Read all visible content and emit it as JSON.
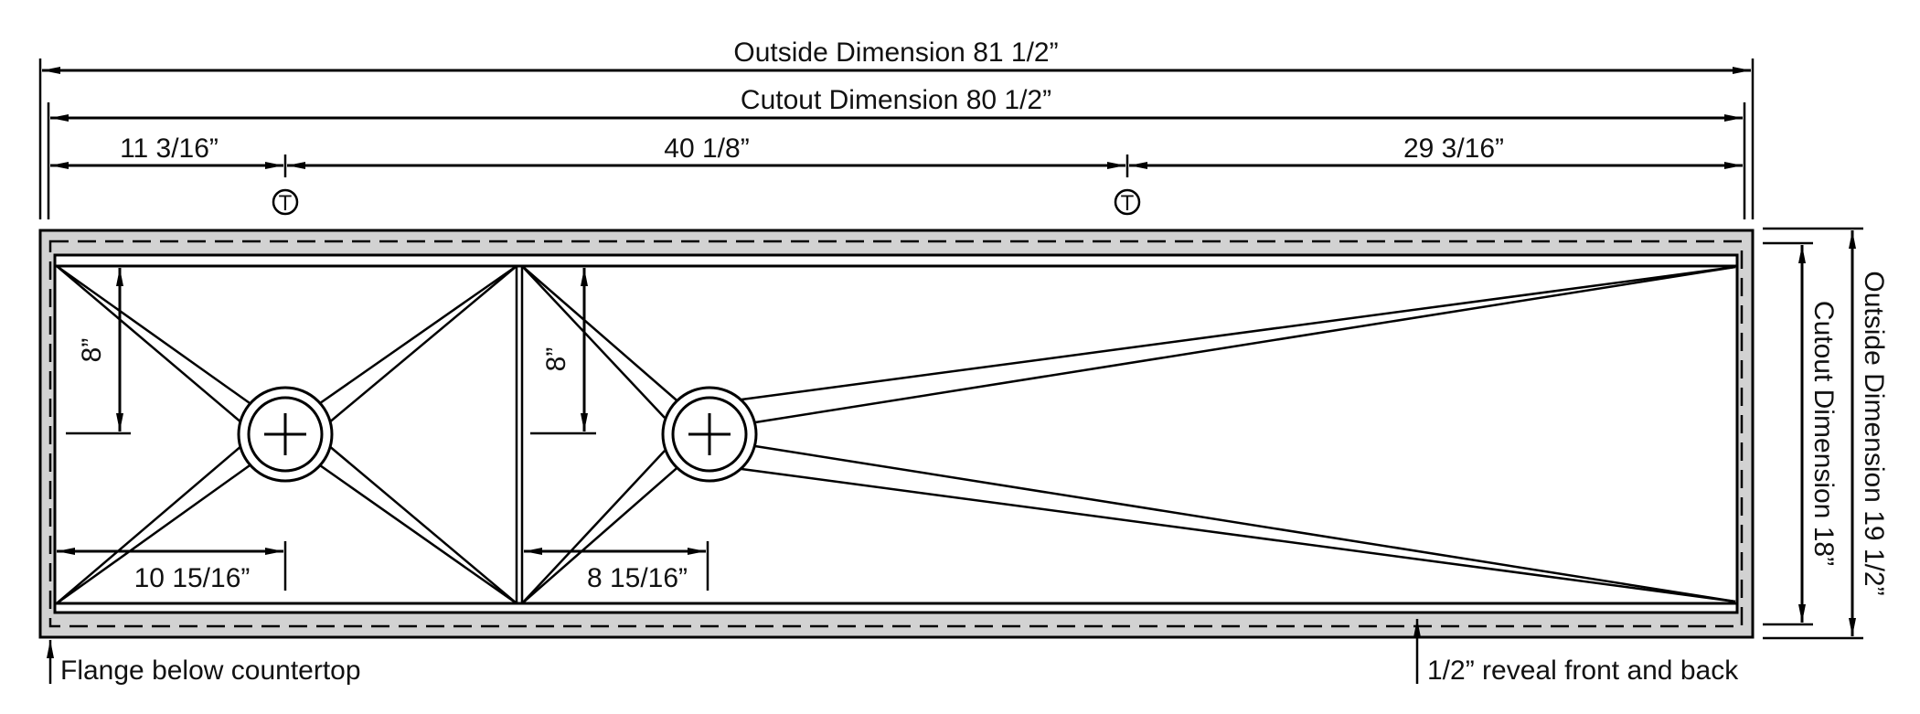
{
  "drawing": {
    "title": "Sink cutout dimension drawing",
    "overall_width": {
      "label": "Outside Dimension 81 1/2”"
    },
    "cutout_width": {
      "label": "Cutout Dimension 80 1/2”"
    },
    "faucet_spacing": [
      {
        "label": "11 3/16”"
      },
      {
        "label": "40 1/8”"
      },
      {
        "label": "29 3/16”"
      }
    ],
    "faucet_markers": [
      {
        "symbol": "T"
      },
      {
        "symbol": "T"
      }
    ],
    "outside_depth": {
      "label": "Outside Dimension 19 1/2”"
    },
    "cutout_depth": {
      "label": "Cutout Dimension 18”"
    },
    "bowls": [
      {
        "drain_from_back": "8”",
        "drain_from_side": "10 15/16”"
      },
      {
        "drain_from_back": "8”",
        "drain_from_side": "8 15/16”"
      }
    ],
    "callouts": {
      "flange": "Flange below countertop",
      "reveal": "1/2” reveal front and back"
    },
    "colors": {
      "line": "#000000",
      "flange_fill": "#d2d2d2",
      "background": "#ffffff"
    }
  }
}
